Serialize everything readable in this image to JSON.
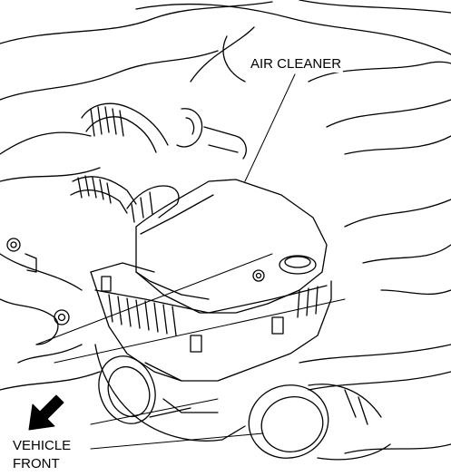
{
  "labels": {
    "air_cleaner": "AIR CLEANER",
    "vehicle_front_line1": "VEHICLE",
    "vehicle_front_line2": "FRONT"
  },
  "icons": {
    "direction_arrow": "arrow-down-left-icon"
  },
  "colors": {
    "line": "#000000",
    "background": "#ffffff"
  }
}
